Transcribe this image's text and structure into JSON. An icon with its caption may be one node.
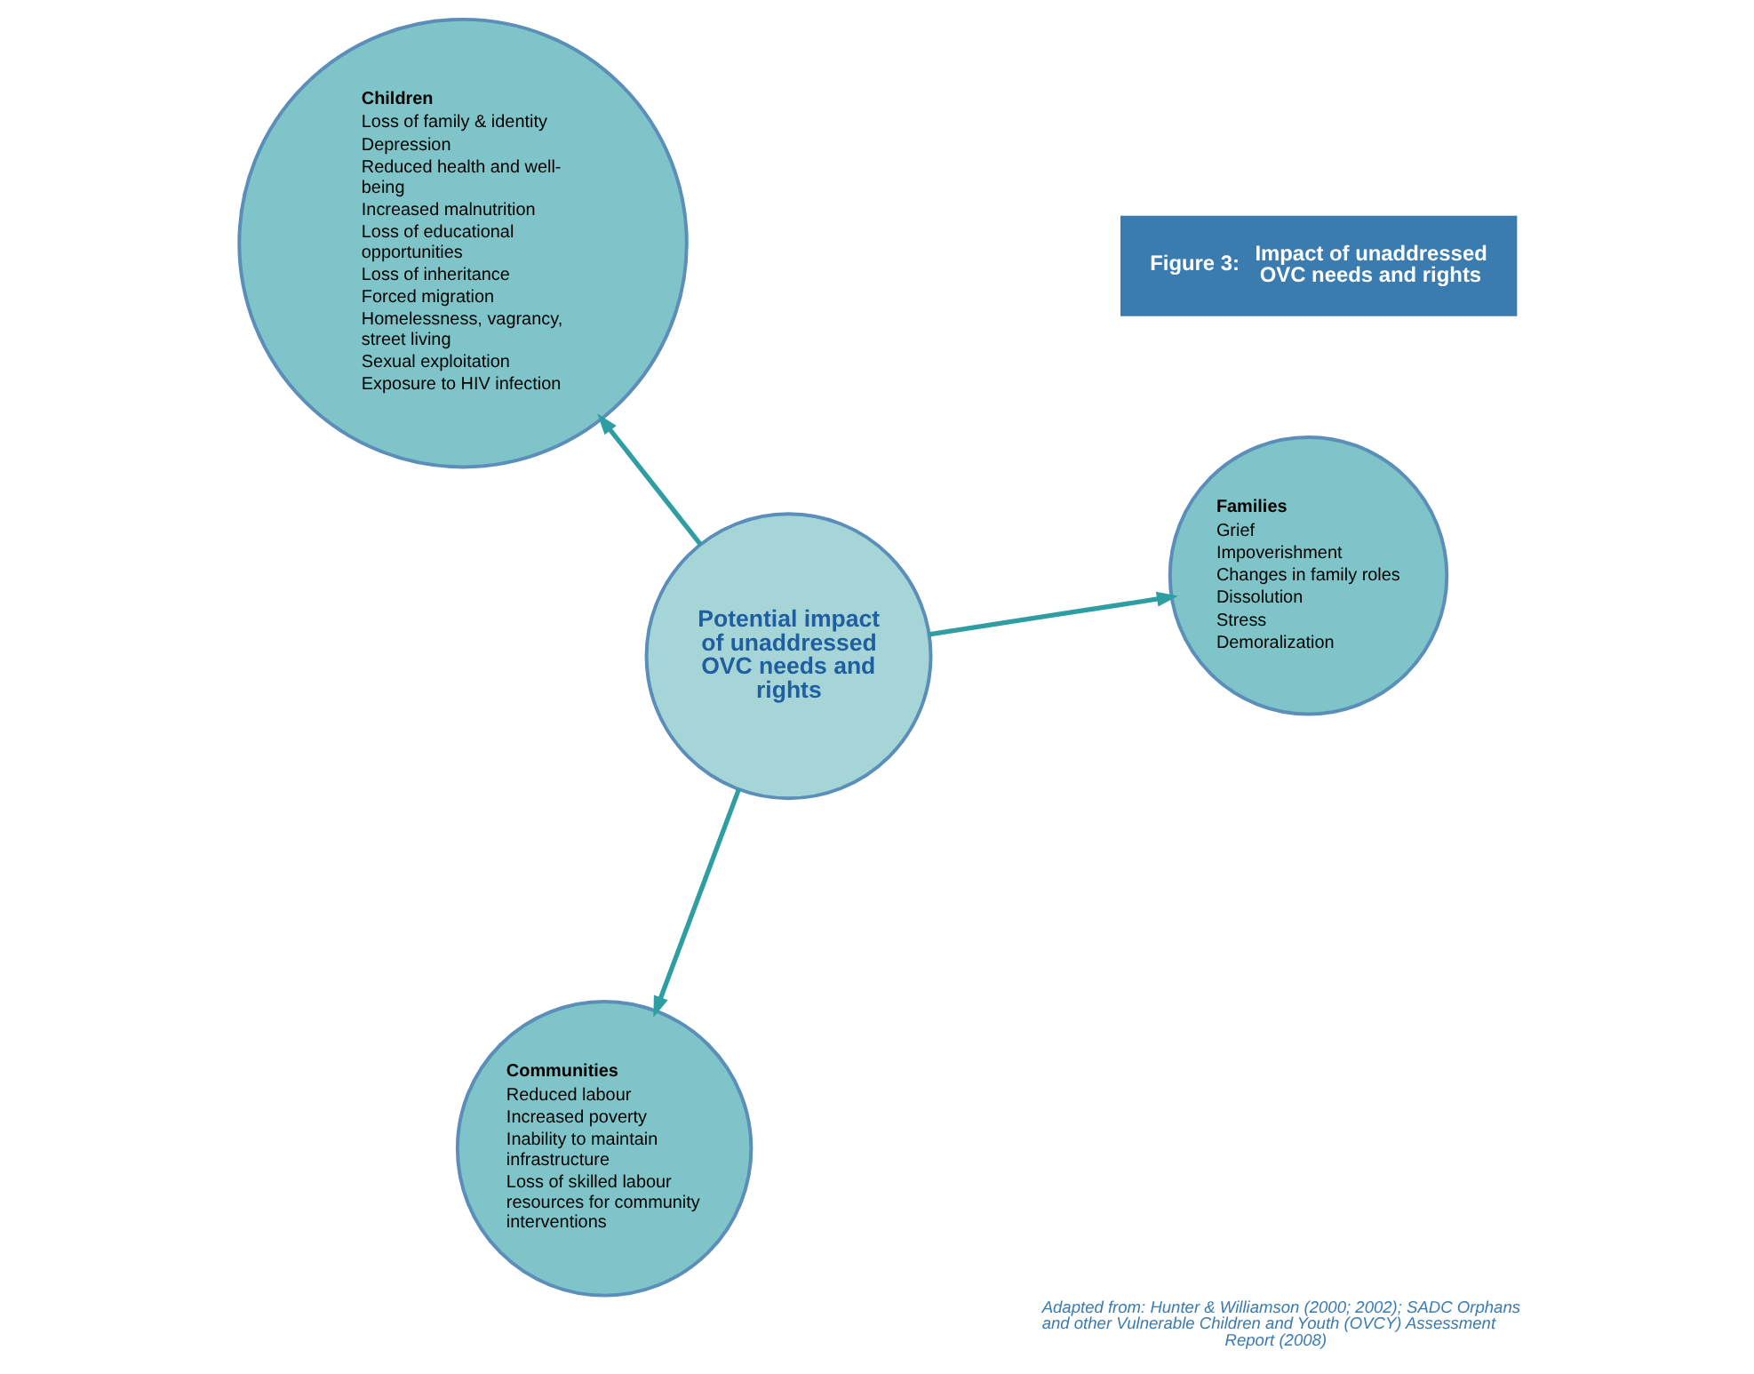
{
  "diagram": {
    "caption": "Adapted from: Hunter & Williamson (2000; 2002); SADC Orphans and other Vulnerable Children and Youth (OVCY) Assessment Report (2008)",
    "nodes": [
      {
        "text": [
          "Potential impact of unaddressed OVC needs and rights"
        ]
      },
      {
        "text": [
          "Families",
          "Grief",
          "Impoverishment",
          "Changes in family roles",
          "Dissolution",
          "Stress",
          "Demoralization"
        ]
      },
      {
        "text": [
          "Communities",
          "Reduced labour",
          "Increased poverty",
          "Inability to maintain infrastructure",
          "Loss of skilled labour resources for community interventions"
        ]
      },
      {
        "text": [
          "Children",
          "Loss of family & identity",
          "Depression",
          "Reduced health and well-being",
          "Increased malnutrition",
          "Loss of educational opportunities",
          "Loss of inheritance",
          "Forced migration",
          "Homelessness, vagrancy, street living",
          "Sexual exploitation",
          "Exposure to HIV infection"
        ]
      },
      {
        "text": [
          "Figure 3:",
          "Impact of unaddressed OVC needs and rights"
        ]
      }
    ],
    "edges": [
      {
        "from": 0,
        "to": 1,
        "arrow": "to"
      },
      {
        "from": 0,
        "to": 2,
        "arrow": "to"
      },
      {
        "from": 0,
        "to": 3,
        "arrow": "to"
      }
    ]
  }
}
